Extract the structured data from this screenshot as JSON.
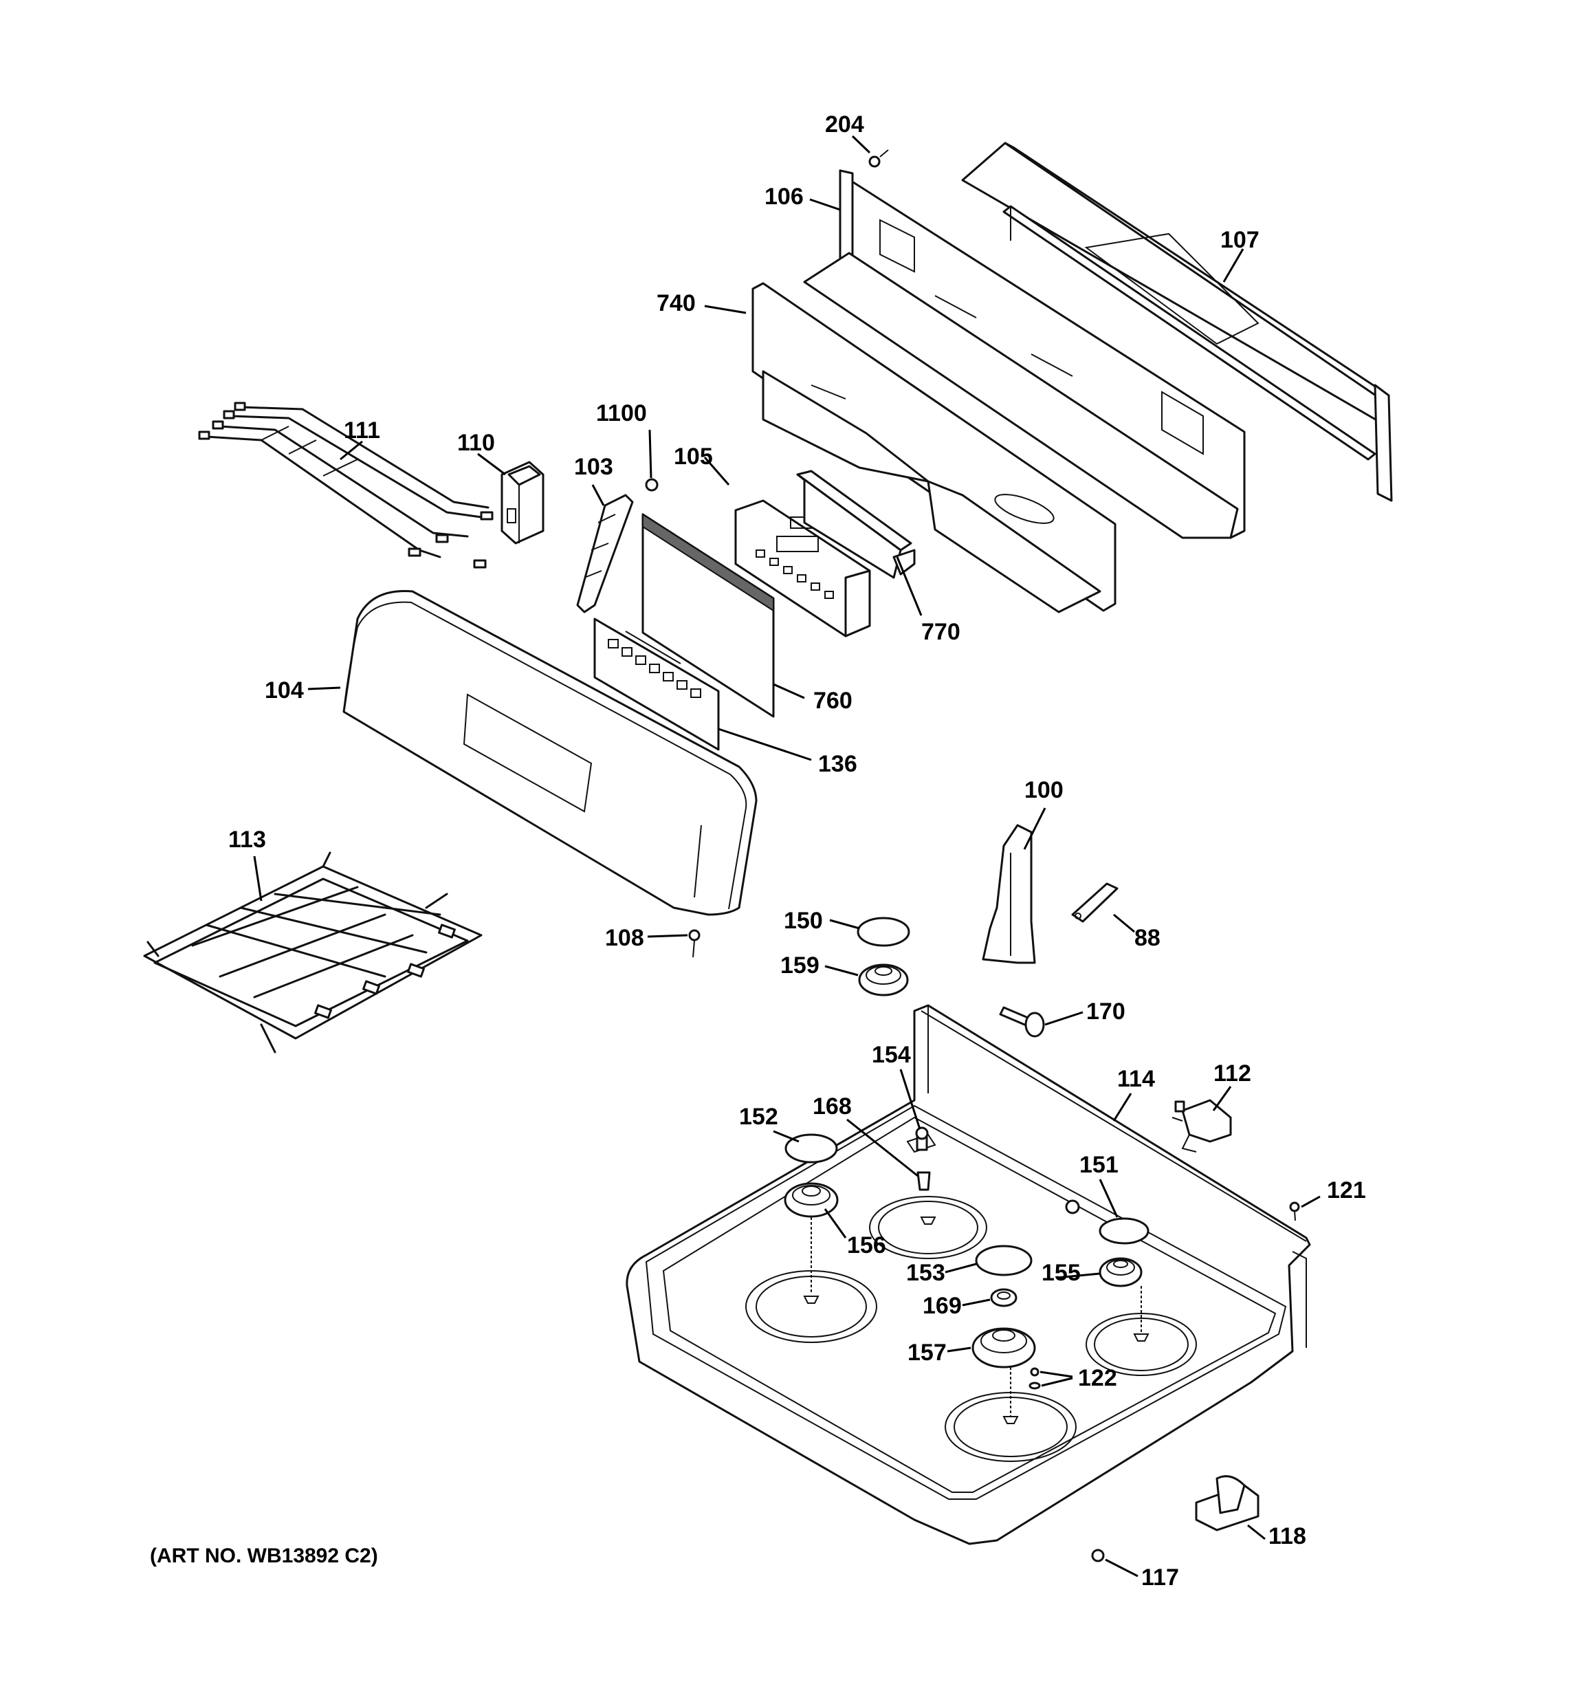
{
  "art_number": "(ART NO. WB13892 C2)",
  "callouts": [
    {
      "id": "204"
    },
    {
      "id": "106"
    },
    {
      "id": "107"
    },
    {
      "id": "740"
    },
    {
      "id": "111"
    },
    {
      "id": "110"
    },
    {
      "id": "1100"
    },
    {
      "id": "103"
    },
    {
      "id": "105"
    },
    {
      "id": "770"
    },
    {
      "id": "760"
    },
    {
      "id": "104"
    },
    {
      "id": "136"
    },
    {
      "id": "113"
    },
    {
      "id": "100"
    },
    {
      "id": "108"
    },
    {
      "id": "150"
    },
    {
      "id": "159"
    },
    {
      "id": "88"
    },
    {
      "id": "170"
    },
    {
      "id": "154"
    },
    {
      "id": "114"
    },
    {
      "id": "112"
    },
    {
      "id": "152"
    },
    {
      "id": "168"
    },
    {
      "id": "151"
    },
    {
      "id": "121"
    },
    {
      "id": "156"
    },
    {
      "id": "153"
    },
    {
      "id": "155"
    },
    {
      "id": "169"
    },
    {
      "id": "157"
    },
    {
      "id": "122"
    },
    {
      "id": "118"
    },
    {
      "id": "117"
    }
  ]
}
